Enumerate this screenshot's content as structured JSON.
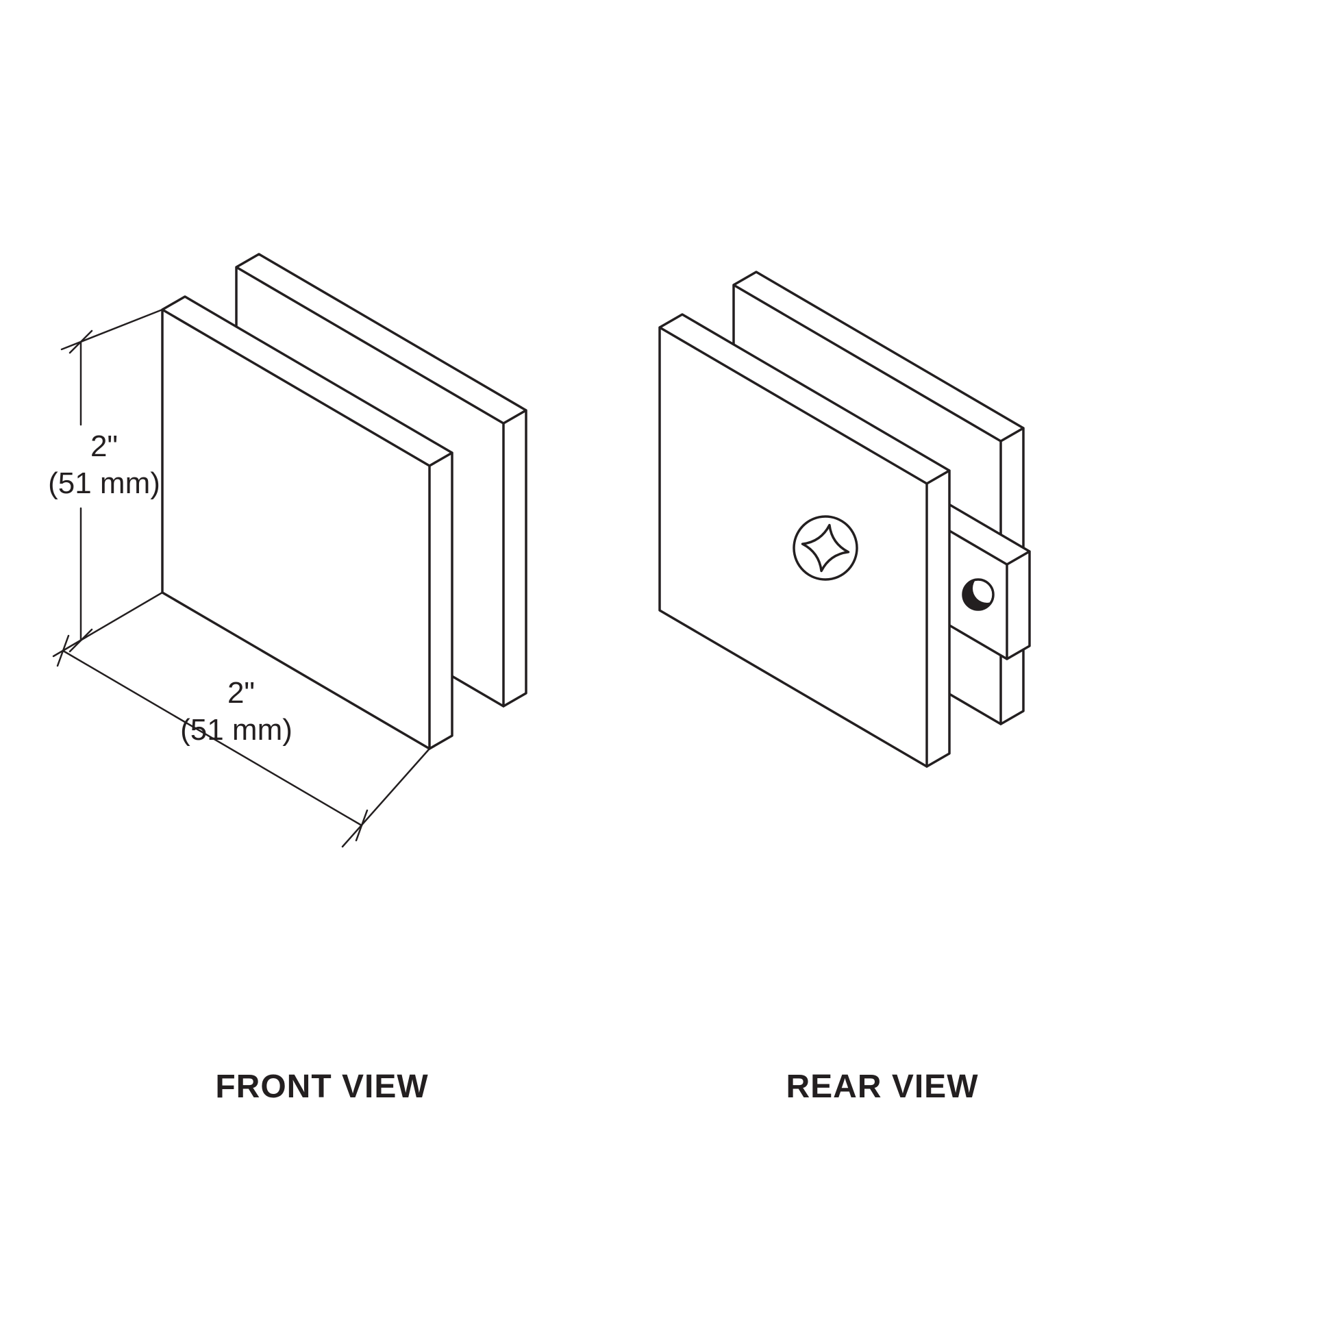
{
  "diagram": {
    "front_view": {
      "label": "FRONT VIEW",
      "height_dim": {
        "value": "2\"",
        "metric": "(51 mm)"
      },
      "width_dim": {
        "value": "2\"",
        "metric": "(51 mm)"
      }
    },
    "rear_view": {
      "label": "REAR VIEW"
    }
  },
  "icons": {
    "phillips_screw": "phillips-screw-icon",
    "mounting_hole": "mounting-hole-icon"
  },
  "colors": {
    "line": "#231f20",
    "background": "#ffffff"
  }
}
